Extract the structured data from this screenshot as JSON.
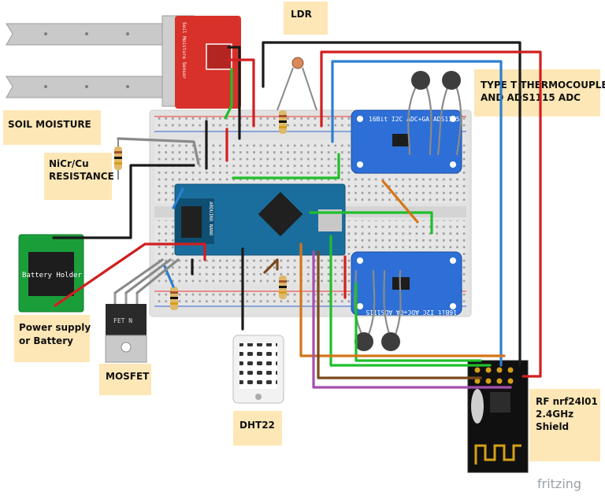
{
  "labels": {
    "ldr": "LDR",
    "soil_moisture": "SOIL MOISTURE",
    "nicr_line1": "NiCr/Cu",
    "nicr_line2": "RESISTANCE",
    "thermo_line1": "TYPE T THERMOCOUPLE",
    "thermo_line2": "AND ADS1115 ADC",
    "power_line1": "Power supply",
    "power_line2": "or Battery",
    "mosfet": "MOSFET",
    "dht22": "DHT22",
    "rf_line1": "RF nrf24l01",
    "rf_line2": "2.4GHz",
    "rf_line3": "Shield"
  },
  "components": {
    "soil_sensor": "Soil Moisture Sensor",
    "battery_holder": "Battery Holder",
    "adc_top": "16Bit I2C ADC+GA ADS1115",
    "adc_bottom": "16Bit I2C ADC+GA ADS1115",
    "mosfet_body": "FET N",
    "arduino": "ARDUINO NANO"
  },
  "footer": {
    "brand": "fritzing"
  },
  "colors": {
    "note": "#fde7b6",
    "breadboard": "#e6e6e6",
    "adc": "#2d6fd6",
    "arduino": "#1a6e9e",
    "rf": "#101010",
    "soil": "#d8312a",
    "wire_red": "#d11f1f",
    "wire_black": "#1a1a1a",
    "wire_blue": "#2c7fd0",
    "wire_green": "#1fbf2a",
    "wire_orange": "#d47518",
    "wire_purple": "#a44fb0",
    "wire_brown": "#7a4a1c",
    "wire_gray": "#8a8a8a"
  }
}
